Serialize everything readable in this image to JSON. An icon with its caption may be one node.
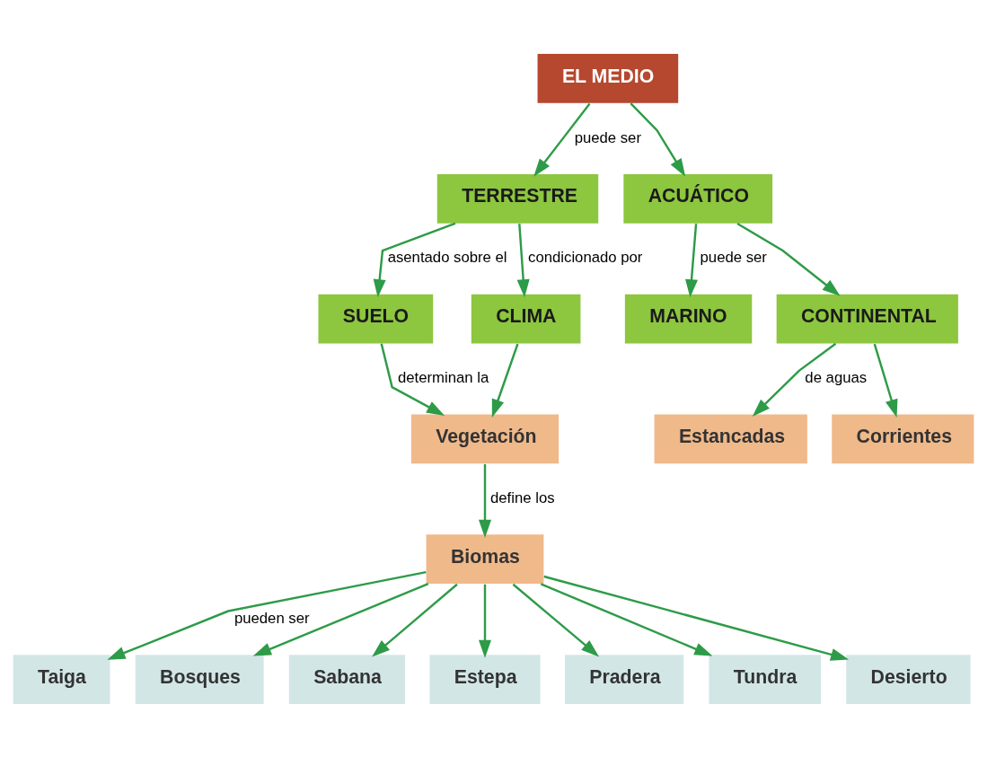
{
  "diagram": {
    "nodes": [
      {
        "text": [
          "EL MEDIO"
        ]
      },
      {
        "text": [
          "TERRESTRE"
        ]
      },
      {
        "text": [
          "ACUÁTICO"
        ]
      },
      {
        "text": [
          "SUELO"
        ]
      },
      {
        "text": [
          "CLIMA"
        ]
      },
      {
        "text": [
          "MARINO"
        ]
      },
      {
        "text": [
          "CONTINENTAL"
        ]
      },
      {
        "text": [
          "Vegetación"
        ]
      },
      {
        "text": [
          "Biomas"
        ]
      },
      {
        "text": [
          "Estancadas"
        ]
      },
      {
        "text": [
          "Corrientes"
        ]
      },
      {
        "text": [
          "Taiga"
        ]
      },
      {
        "text": [
          "Bosques"
        ]
      },
      {
        "text": [
          "Sabana"
        ]
      },
      {
        "text": [
          "Estepa"
        ]
      },
      {
        "text": [
          "Pradera"
        ]
      },
      {
        "text": [
          "Tundra"
        ]
      },
      {
        "text": [
          "Desierto"
        ]
      }
    ],
    "edges": [
      {
        "from": 0,
        "to": 1,
        "arrow": "to",
        "label": "puede ser"
      },
      {
        "from": 0,
        "to": 2,
        "arrow": "to"
      },
      {
        "from": 1,
        "to": 3,
        "arrow": "to",
        "label": "asentado sobre el"
      },
      {
        "from": 1,
        "to": 4,
        "arrow": "to",
        "label": "condicionado por"
      },
      {
        "from": 2,
        "to": 5,
        "arrow": "to",
        "label": "puede ser"
      },
      {
        "from": 2,
        "to": 6,
        "arrow": "to"
      },
      {
        "from": 3,
        "to": 7,
        "arrow": "to",
        "label": "determinan la"
      },
      {
        "from": 4,
        "to": 7,
        "arrow": "to"
      },
      {
        "from": 7,
        "to": 8,
        "arrow": "to",
        "label": "define los"
      },
      {
        "from": 6,
        "to": 9,
        "arrow": "to",
        "label": "de aguas"
      },
      {
        "from": 6,
        "to": 10,
        "arrow": "to"
      },
      {
        "from": 8,
        "to": 11,
        "arrow": "to",
        "label": "pueden ser"
      },
      {
        "from": 8,
        "to": 12,
        "arrow": "to"
      },
      {
        "from": 8,
        "to": 13,
        "arrow": "to"
      },
      {
        "from": 8,
        "to": 14,
        "arrow": "to"
      },
      {
        "from": 8,
        "to": 15,
        "arrow": "to"
      },
      {
        "from": 8,
        "to": 16,
        "arrow": "to"
      },
      {
        "from": 8,
        "to": 17,
        "arrow": "to"
      }
    ]
  }
}
